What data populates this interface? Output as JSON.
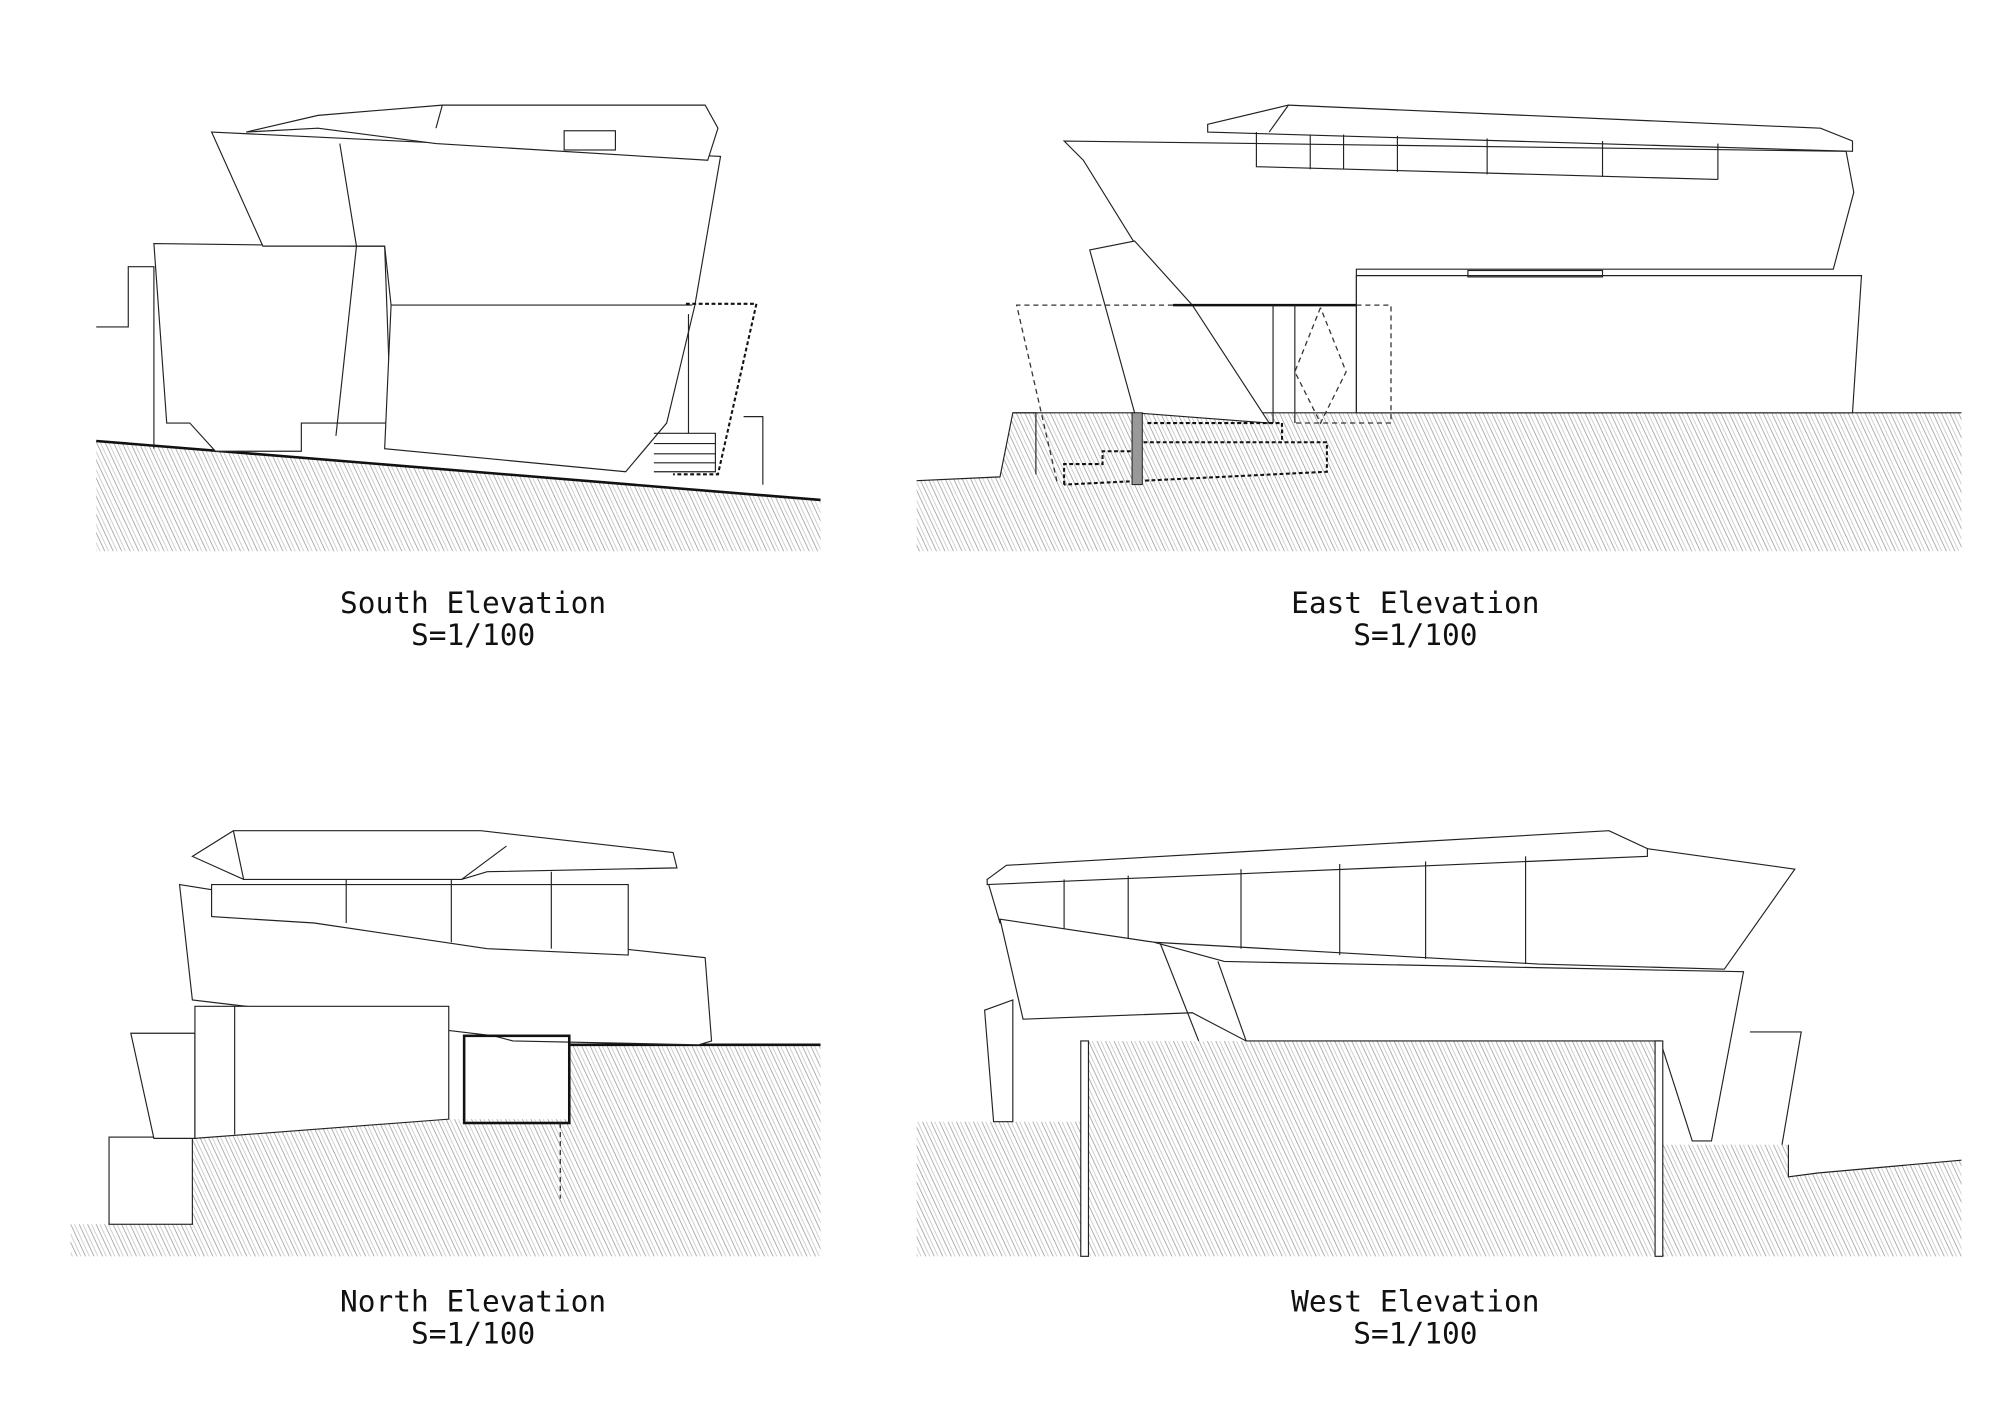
{
  "drawings": [
    {
      "title": "South Elevation",
      "scale": "S=1/100"
    },
    {
      "title": "East Elevation",
      "scale": "S=1/100"
    },
    {
      "title": "North Elevation",
      "scale": "S=1/100"
    },
    {
      "title": "West Elevation",
      "scale": "S=1/100"
    }
  ],
  "colors": {
    "line": "#222222",
    "hatch": "#9a9a9a",
    "background": "#ffffff"
  }
}
